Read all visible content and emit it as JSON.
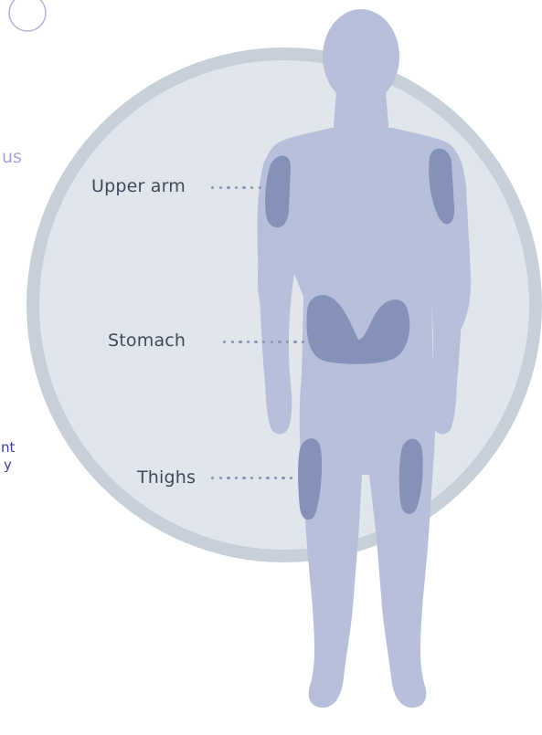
{
  "clipped_text": {
    "top_right_fragment": "us",
    "line1_fragment": "nt",
    "line2_fragment": "y"
  },
  "injection_sites": [
    {
      "id": "upper-arm",
      "label": "Upper arm"
    },
    {
      "id": "stomach",
      "label": "Stomach"
    },
    {
      "id": "thighs",
      "label": "Thighs"
    }
  ],
  "colors": {
    "outer_ring": "#c7d0d9",
    "inner_disc": "#e1e6ed",
    "body_silhouette": "#b8bfdb",
    "injection_area": "#8691b9",
    "label_text": "#3f4958",
    "leader_dots": "#8a96ad",
    "clipped_heading_text": "#a6a3d3",
    "clipped_body_text": "#3d3c9a"
  }
}
